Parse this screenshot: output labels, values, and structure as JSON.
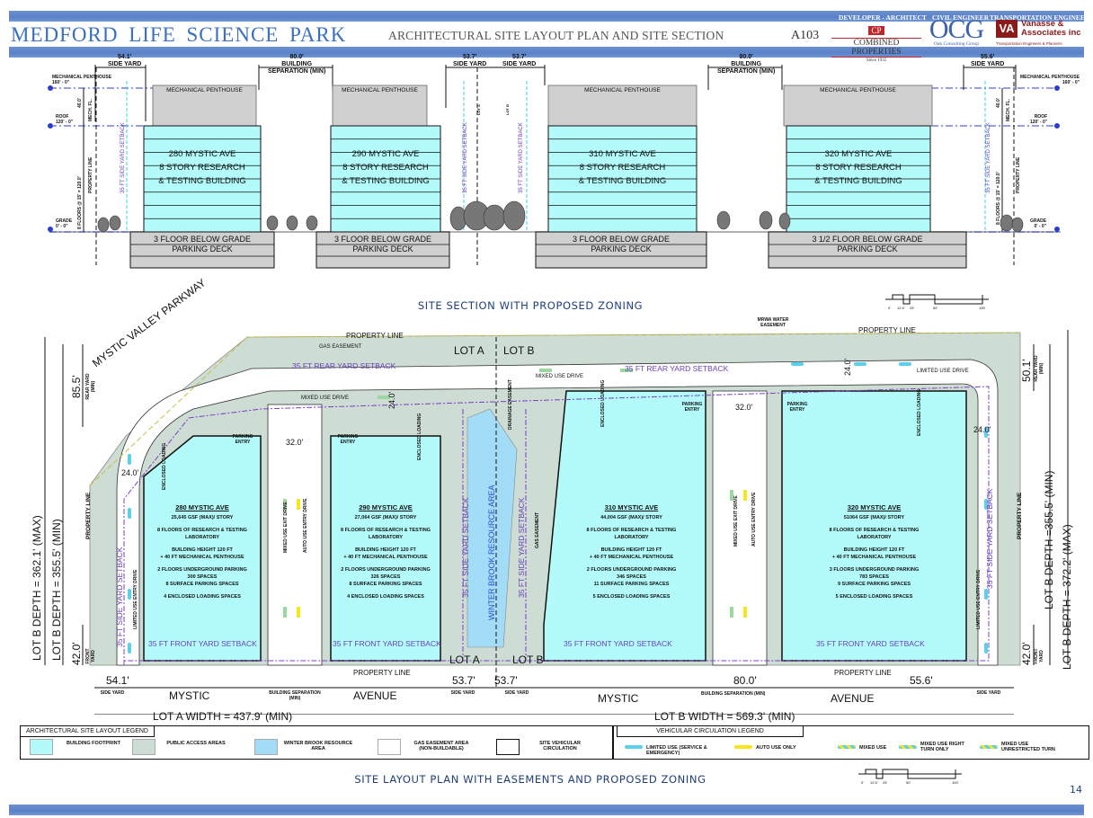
{
  "header": {
    "title": "MEDFORD  LIFE  SCIENCE  PARK",
    "subtitle": "ARCHITECTURAL SITE LAYOUT PLAN AND SITE SECTION",
    "sheet_number": "A103",
    "roles": [
      "DEVELOPER - ARCHITECT",
      "CIVIL ENGINEER",
      "TRANSPORTATION ENGINEER"
    ],
    "logos": {
      "combined_properties": {
        "mark": "CP",
        "name": "COMBINED PROPERTIES",
        "since": "Since 1935"
      },
      "ocg": {
        "mark": "OCG",
        "name": "Oak Consulting Group"
      },
      "vanasse": {
        "mark": "VA",
        "name_line1": "Vanasse &",
        "name_line2": "Associates inc",
        "tagline": "Transportation Engineers & Planners"
      }
    }
  },
  "section": {
    "caption": "SITE  SECTION WITH PROPOSED ZONING",
    "dimensions": {
      "side_yard_left": "54.1'",
      "side_yard_label": "SIDE YARD",
      "building_separation_1": "80.0'",
      "building_separation_2": "80.0'",
      "building_separation_label_1": "BUILDING",
      "building_separation_label_2": "SEPARATION (MIN)",
      "side_yard_lot_a": "53.7'",
      "side_yard_lot_b": "53.7'",
      "side_yard_right": "55.6'"
    },
    "levels": {
      "penthouse": "MECHANICAL PENTHOUSE",
      "penthouse_elev": "160' - 0\"",
      "roof": "ROOF",
      "roof_elev": "120' - 0\"",
      "grade": "GRADE",
      "grade_elev": "0' - 0\"",
      "mech_height": "40.0'",
      "mech_label": "MECH. FL.",
      "floors": "8 FLOORS @ 15' = 120.0'",
      "property_line": "PROPERTY LINE",
      "setback": "35 FT SIDE YARD SETBACK",
      "lot_a": "LOT A",
      "lot_b": "LOT B"
    },
    "buildings": [
      {
        "address": "280 MYSTIC AVE",
        "line2": "8 STORY RESEARCH",
        "line3": "& TESTING BUILDING",
        "penthouse": "MECHANICAL PENTHOUSE",
        "parking1": "3 FLOOR BELOW  GRADE",
        "parking2": "PARKING DECK"
      },
      {
        "address": "290 MYSTIC AVE",
        "line2": "8 STORY RESEARCH",
        "line3": "& TESTING BUILDING",
        "penthouse": "MECHANICAL PENTHOUSE",
        "parking1": "3 FLOOR BELOW  GRADE",
        "parking2": "PARKING DECK"
      },
      {
        "address": "310 MYSTIC AVE",
        "line2": "8 STORY RESEARCH",
        "line3": "& TESTING BUILDING",
        "penthouse": "MECHANICAL PENTHOUSE",
        "parking1": "3 FLOOR BELOW  GRADE",
        "parking2": "PARKING DECK"
      },
      {
        "address": "320 MYSTIC AVE",
        "line2": "8 STORY RESEARCH",
        "line3": "& TESTING BUILDING",
        "penthouse": "MECHANICAL PENTHOUSE",
        "parking1": "3 1/2 FLOOR BELOW  GRADE",
        "parking2": "PARKING DECK"
      }
    ]
  },
  "plan": {
    "caption": "SITE LAYOUT PLAN WITH  EASEMENTS AND PROPOSED ZONING",
    "labels": {
      "mystic_valley_parkway": "MYSTIC VALLEY PARKWAY",
      "property_line": "PROPERTY LINE",
      "gas_easement": "GAS EASEMENT",
      "rear_setback": "35 FT REAR YARD SETBACK",
      "front_setback": "35 FT FRONT YARD SETBACK",
      "side_setback": "35 FT SIDE YARD SETBACK",
      "mixed_use_drive": "MIXED USE DRIVE",
      "limited_use_drive": "LIMITED USE DRIVE",
      "limited_use_entry_drive": "LIMITED USE ENTRY DRIVE",
      "mixed_use_exit_drive": "MIXED USE EXIT DRIVE",
      "auto_use_entry_drive": "AUTO USE ENTRY DRIVE",
      "parking_entry": "PARKING ENTRY",
      "enclosed_loading": "ENCLOSED LOADING",
      "winter_brook": "WINTER BROOK RESOURCE AREA",
      "drainage_easement": "DRAINAGE EASEMENT",
      "mrwa_easement": "MRWA WATER EASEMENT",
      "lot_a": "LOT A",
      "lot_b": "LOT B",
      "drive_width_32": "32.0'",
      "drive_width_24": "24.0'"
    },
    "dimensions": {
      "rear_yard_left": "85.5'",
      "rear_yard_right": "50.1'",
      "rear_yard_label": "REAR YARD (MIN)",
      "front_yard": "42.0'",
      "front_yard_label": "FRONT YARD",
      "lot_b_depth_left_max": "LOT B DEPTH = 362.1'  (MAX)",
      "lot_b_depth_left_min": "LOT B DEPTH = 355.5'  (MIN)",
      "lot_b_depth_right_min": "LOT B DEPTH =355.5'  (MIN)",
      "lot_b_depth_right_max": "LOT B DEPTH = 372.2'  (MAX)",
      "side_yard_left": "54.1'",
      "side_yard_lot_a": "53.7'",
      "side_yard_lot_b": "53.7'",
      "side_yard_right": "55.6'",
      "building_separation": "80.0'",
      "side_yard_label": "SIDE YARD",
      "building_separation_label": "BUILDING SEPARATION (MIN)",
      "lot_a_width": "LOT A WIDTH  = 437.9'  (MIN)",
      "lot_b_width": "LOT B WIDTH =  569.3'  (MIN)"
    },
    "street": {
      "w1": "MYSTIC",
      "w2": "AVENUE"
    },
    "buildings": [
      {
        "address": "280 MYSTIC AVE",
        "gsf": "25,645 GSF (MAX)/ STORY",
        "floors": "8 FLOORS OF RESEARCH & TESTING",
        "floors2": "LABORATORY",
        "height": "BUILDING HEIGHT 120 FT",
        "height2": "+ 40 FT MECHANICAL PENTHOUSE",
        "parking": "2 FLOORS UNDERGROUND PARKING",
        "spaces": "300 SPACES",
        "surface": "8 SURFACE PARKING SPACES",
        "loading": "4 ENCLOSED LOADING SPACES"
      },
      {
        "address": "290 MYSTIC AVE",
        "gsf": "27,064 GSF (MAX)/ STORY",
        "floors": "8 FLOORS OF RESEARCH & TESTING",
        "floors2": "LABORATORY",
        "height": "BUILDING HEIGHT 120 FT",
        "height2": "+ 40 FT MECHANICAL PENTHOUSE",
        "parking": "2 FLOORS UNDERGROUND PARKING",
        "spaces": "326 SPACES",
        "surface": "8 SURFACE PARKING SPACES",
        "loading": "4 ENCLOSED LOADING SPACES"
      },
      {
        "address": "310 MYSTIC AVE",
        "gsf": "44,004 GSF (MAX)/ STORY",
        "floors": "8 FLOORS OF RESEARCH & TESTING",
        "floors2": "LABORATORY",
        "height": "BUILDING HEIGHT 120 FT",
        "height2": "+ 40 FT MECHANICAL PENTHOUSE",
        "parking": "2 FLOORS UNDERGROUND PARKING",
        "spaces": "346 SPACES",
        "surface": "11 SURFACE PARKING SPACES",
        "loading": "5 ENCLOSED LOADING SPACES"
      },
      {
        "address": "320 MYSTIC AVE",
        "gsf": "51064 GSF (MAX)/ STORY",
        "floors": "8 FLOORS OF RESEARCH & TESTING",
        "floors2": "LABORATORY",
        "height": "BUILDING HEIGHT 120 FT",
        "height2": "+ 40 FT MECHANICAL PENTHOUSE",
        "parking": "3 FLOORS UNDERGROUND PARKING",
        "spaces": "783 SPACES",
        "surface": "9 SURFACE PARKING SPACES",
        "loading": "5 ENCLOSED LOADING SPACES"
      }
    ]
  },
  "scale_bar": {
    "ticks": [
      "0'",
      "12.5'",
      "25'",
      "50'",
      "100'"
    ]
  },
  "legend": {
    "site": {
      "title": "ARCHITECTURAL SITE LAYOUT LEGEND",
      "items": [
        {
          "label": "BUILDING FOOTPRINT",
          "color": "#b3fbfb"
        },
        {
          "label": "PUBLIC ACCESS AREAS",
          "color": "#cdddd3"
        },
        {
          "label": "WINTER BROOK RESOURCE AREA",
          "color": "#a3dcf7"
        },
        {
          "label": "GAS EASEMENT AREA (NON-BUILDABLE)",
          "color": "#ffffff"
        },
        {
          "label": "SITE VEHICULAR CIRCULATION",
          "color": "#ffffff"
        }
      ]
    },
    "vehicular": {
      "title": "VEHICULAR CIRCULATION LEGEND",
      "items": [
        {
          "label": "LIMITED USE (SERVICE & EMERGENCY)",
          "color": "#5bd0ec"
        },
        {
          "label": "AUTO USE ONLY",
          "color": "#f5e71a"
        },
        {
          "label": "MIXED USE",
          "color": "#9ad8a0"
        },
        {
          "label": "MIXED USE RIGHT TURN ONLY",
          "color": "#9ad8a0"
        },
        {
          "label": "MIXED USE UNRESTRICTED TURN",
          "color": "#9ad8a0"
        }
      ]
    }
  },
  "page_number": "14",
  "colors": {
    "band": "#5a82c8",
    "title": "#3b6fbf",
    "building": "#b3fbfb",
    "public": "#cdddd3",
    "brook": "#a3dcf7",
    "setback": "#6a3fb8",
    "parking": "#d0d0d0"
  }
}
